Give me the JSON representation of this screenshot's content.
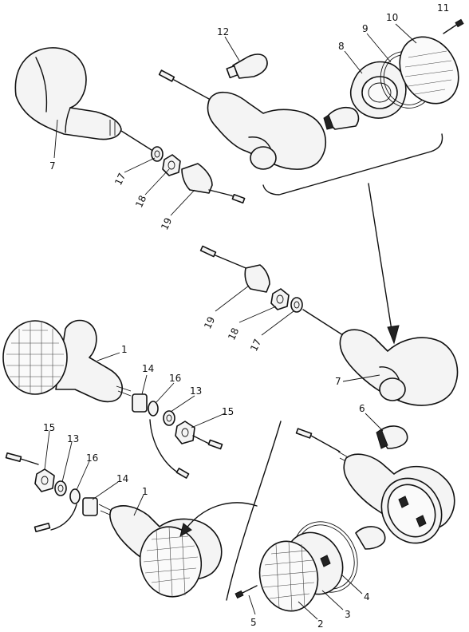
{
  "callouts": {
    "c1a": "1",
    "c1b": "1",
    "c2": "2",
    "c3": "3",
    "c4": "4",
    "c5": "5",
    "c6": "6",
    "c7a": "7",
    "c7b": "7",
    "c8": "8",
    "c9": "9",
    "c10": "10",
    "c11": "11",
    "c12": "12",
    "c13a": "13",
    "c13b": "13",
    "c14a": "14",
    "c14b": "14",
    "c15a": "15",
    "c15b": "15",
    "c16a": "16",
    "c16b": "16",
    "c17a": "17",
    "c17b": "17",
    "c18a": "18",
    "c18b": "18",
    "c19a": "19",
    "c19b": "19"
  }
}
